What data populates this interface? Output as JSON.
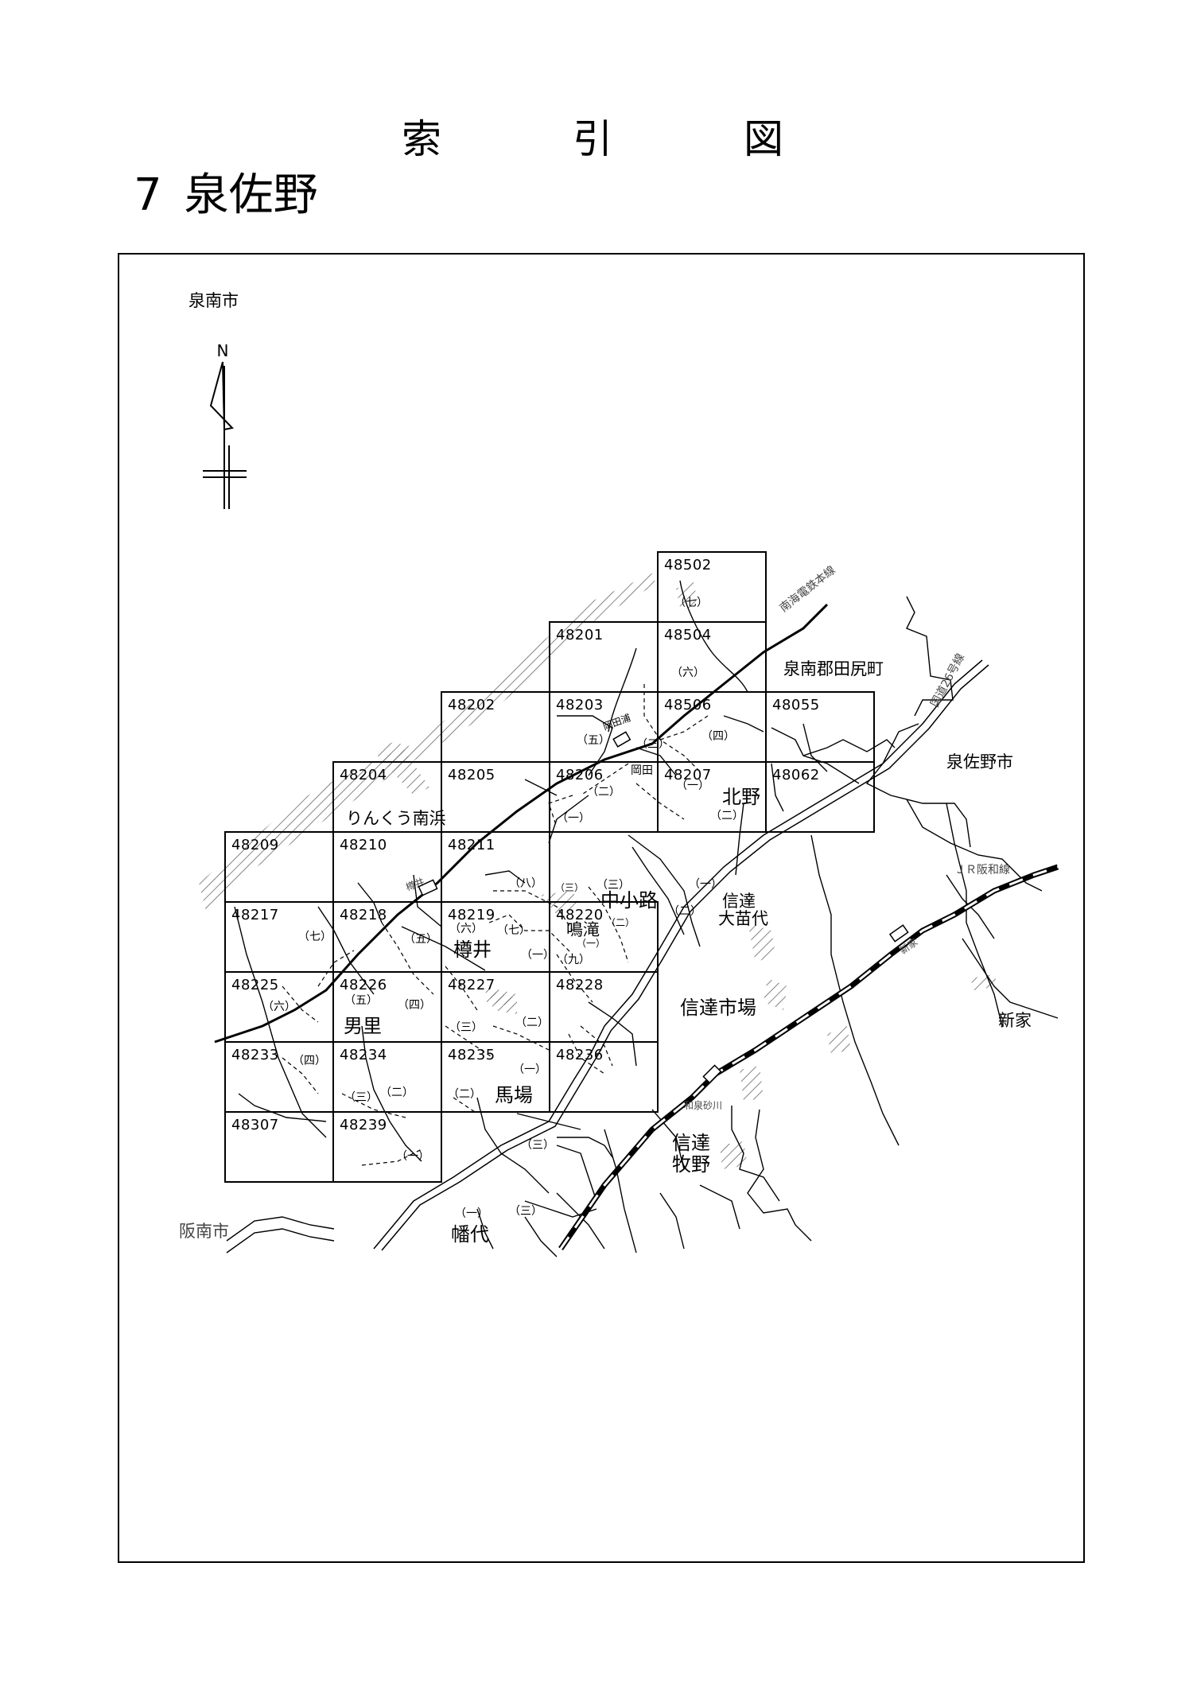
{
  "header": {
    "title_chars": [
      "索",
      "引",
      "図"
    ],
    "section_number": "7",
    "section_name": "泉佐野"
  },
  "compass": {
    "north_label": "N"
  },
  "grid": {
    "cells": [
      {
        "id": "48502",
        "col": 4,
        "row": 0
      },
      {
        "id": "48201",
        "col": 3,
        "row": 1
      },
      {
        "id": "48504",
        "col": 4,
        "row": 1
      },
      {
        "id": "48202",
        "col": 2,
        "row": 2
      },
      {
        "id": "48203",
        "col": 3,
        "row": 2
      },
      {
        "id": "48506",
        "col": 4,
        "row": 2
      },
      {
        "id": "48055",
        "col": 5,
        "row": 2
      },
      {
        "id": "48204",
        "col": 1,
        "row": 3
      },
      {
        "id": "48205",
        "col": 2,
        "row": 3
      },
      {
        "id": "48206",
        "col": 3,
        "row": 3
      },
      {
        "id": "48207",
        "col": 4,
        "row": 3
      },
      {
        "id": "48062",
        "col": 5,
        "row": 3
      },
      {
        "id": "48209",
        "col": 0,
        "row": 4
      },
      {
        "id": "48210",
        "col": 1,
        "row": 4
      },
      {
        "id": "48211",
        "col": 2,
        "row": 4
      },
      {
        "id": "48217",
        "col": 0,
        "row": 5
      },
      {
        "id": "48218",
        "col": 1,
        "row": 5
      },
      {
        "id": "48219",
        "col": 2,
        "row": 5
      },
      {
        "id": "48220",
        "col": 3,
        "row": 5
      },
      {
        "id": "48225",
        "col": 0,
        "row": 6
      },
      {
        "id": "48226",
        "col": 1,
        "row": 6
      },
      {
        "id": "48227",
        "col": 2,
        "row": 6
      },
      {
        "id": "48228",
        "col": 3,
        "row": 6
      },
      {
        "id": "48233",
        "col": 0,
        "row": 7
      },
      {
        "id": "48234",
        "col": 1,
        "row": 7
      },
      {
        "id": "48235",
        "col": 2,
        "row": 7
      },
      {
        "id": "48236",
        "col": 3,
        "row": 7
      },
      {
        "id": "48307",
        "col": 0,
        "row": 8
      },
      {
        "id": "48239",
        "col": 1,
        "row": 8
      }
    ]
  },
  "places": {
    "sennan_city": "泉南市",
    "hannan_city": "阪南市",
    "izumisano_city": "泉佐野市",
    "tajiri": "泉南郡田尻町",
    "rinku": "りんくう南浜",
    "kitano": "北野",
    "nakashoji": "中小路",
    "shindachi_onaeshiro_1": "信達",
    "shindachi_onaeshiro_2": "大苗代",
    "tarui": "樽井",
    "naritaki": "鳴滝",
    "otori": "男里",
    "baba": "馬場",
    "shindachi_ichiba": "信達市場",
    "shindachi_makino_1": "信達",
    "shindachi_makino_2": "牧野",
    "hatasiro": "幡代",
    "shinge": "新家",
    "okada": "岡田",
    "okadaura": "岡田浦"
  },
  "lines": {
    "nankai": "南海電鉄本線",
    "route26": "国道26号線",
    "jr_hanwa": "ＪＲ阪和線",
    "tarui_station": "樽井",
    "shinge_station": "新家",
    "izumisunagawa_station": "和泉砂川"
  },
  "districts": {
    "d_7a": "（七）",
    "d_6a": "（六）",
    "d_4a": "（四）",
    "d_5a": "（五）",
    "d_3a": "（三）",
    "d_2a": "（二）",
    "d_1a": "（一）",
    "d_1b": "（一）",
    "d_2b": "（二）",
    "d_1c": "（一）",
    "d_2c": "（二）",
    "d_8": "（八）",
    "d_3b": "（三）",
    "d_3c": "（三）",
    "d_7b": "（七）",
    "d_5b": "（五）",
    "d_6b": "（六）",
    "d_7c": "（七）",
    "d_1d": "（一）",
    "d_9": "（九）",
    "d_2d": "（二）",
    "d_1e": "（一）",
    "d_6c": "（六）",
    "d_5c": "（五）",
    "d_4b": "（四）",
    "d_3d": "（三）",
    "d_2e": "（二）",
    "d_4c": "（四）",
    "d_3e": "（三）",
    "d_2f": "（二）",
    "d_1f": "（一）",
    "d_2g": "（二）",
    "d_1g": "（一）",
    "d_3f": "（三）",
    "d_1h": "（一）",
    "d_3g": "（三）"
  }
}
